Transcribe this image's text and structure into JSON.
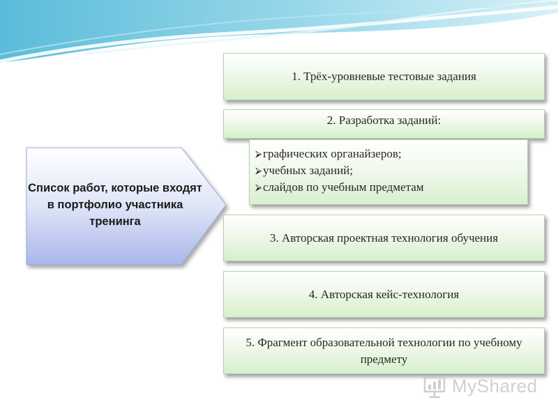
{
  "slide": {
    "left_shape_text": "Список работ, которые входят в портфолио участника тренинга",
    "items": [
      {
        "text": "1. Трёх-уровневые тестовые задания"
      },
      {
        "text": "2. Разработка заданий:"
      },
      {
        "text": "3. Авторская проектная технология обучения"
      },
      {
        "text": "4. Авторская кейс-технология"
      },
      {
        "text": "5. Фрагмент образовательной технологии по учебному предмету"
      }
    ],
    "sub_list": {
      "bullet": "⮚",
      "entries": [
        "графических органайзеров;",
        "учебных заданий;",
        "слайдов по учебным предметам"
      ]
    }
  },
  "watermark": {
    "text": "MyShared",
    "icon": "bar-chart-presentation-icon"
  },
  "colors": {
    "box_top": "#ffffff",
    "box_bottom": "#d6efcc",
    "box_border": "#b3d5a6",
    "arrow_top": "#ffffff",
    "arrow_bottom": "#a9b7ea",
    "wave": "#8fd2e8"
  }
}
